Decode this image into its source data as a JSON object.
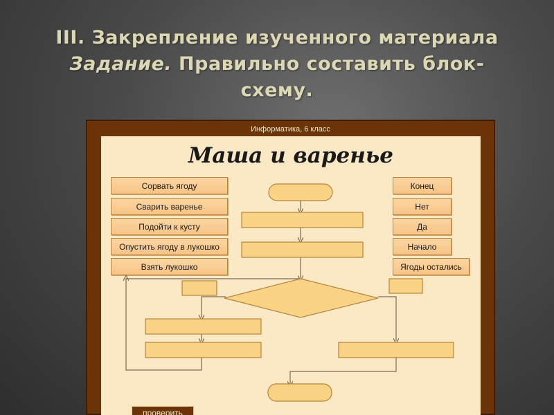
{
  "slide": {
    "title_line1": "III. Закрепление изученного материала",
    "title_line2_italic": "Задание.",
    "title_line2_rest": " Правильно составить блок-",
    "title_line3": "схему."
  },
  "app": {
    "header": "Информатика, 6 класс",
    "title": "Маша и варенье",
    "check_label": "проверить"
  },
  "left_labels": [
    "Сорвать ягоду",
    "Сварить варенье",
    "Подойти к кусту",
    "Опустить ягоду в лукошко",
    "Взять лукошко"
  ],
  "right_labels": [
    "Конец",
    "Нет",
    "Да",
    "Начало",
    "Ягоды остались"
  ],
  "colors": {
    "frame": "#6b3508",
    "panel": "#fbe8c4",
    "block_fill": "#fbd385",
    "block_stroke": "#b5843e",
    "line": "#7a6a55"
  }
}
